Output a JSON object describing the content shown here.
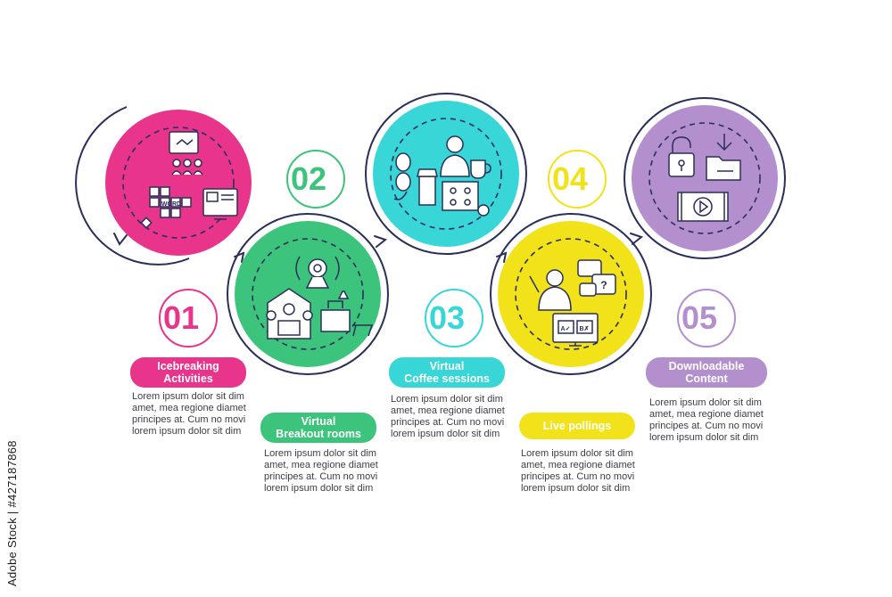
{
  "steps": [
    {
      "number": "01",
      "title_line1": "Icebreaking",
      "title_line2": "Activities",
      "color": "#e8348a",
      "desc": [
        "Lorem ipsum dolor sit dim",
        "amet, mea regione diamet",
        "principes at. Cum no movi",
        "lorem ipsum dolor sit dim"
      ]
    },
    {
      "number": "02",
      "title_line1": "Virtual",
      "title_line2": "Breakout rooms",
      "color": "#3cc47c",
      "desc": [
        "Lorem ipsum dolor sit dim",
        "amet, mea regione diamet",
        "principes at. Cum no movi",
        "lorem ipsum dolor sit dim"
      ]
    },
    {
      "number": "03",
      "title_line1": "Virtual",
      "title_line2": "Coffee sessions",
      "color": "#38d6d6",
      "desc": [
        "Lorem ipsum dolor sit dim",
        "amet, mea regione diamet",
        "principes at. Cum no movi",
        "lorem ipsum dolor sit dim"
      ]
    },
    {
      "number": "04",
      "title_line1": "Live pollings",
      "title_line2": "",
      "color": "#f2e21a",
      "desc": [
        "Lorem ipsum dolor sit dim",
        "amet, mea regione diamet",
        "principes at. Cum no movi",
        "lorem ipsum dolor sit dim"
      ]
    },
    {
      "number": "05",
      "title_line1": "Downloadable",
      "title_line2": "Content",
      "color": "#b38fce",
      "desc": [
        "Lorem ipsum dolor sit dim",
        "amet, mea regione diamet",
        "principes at. Cum no movi",
        "lorem ipsum dolor sit dim"
      ]
    }
  ],
  "icon_word": "WORD",
  "poll_labels": [
    "A✓",
    "B✗"
  ],
  "watermark": "Adobe Stock | #427187868",
  "colors": {
    "outline": "#2a2f5a",
    "text": "#3d3d4a"
  }
}
